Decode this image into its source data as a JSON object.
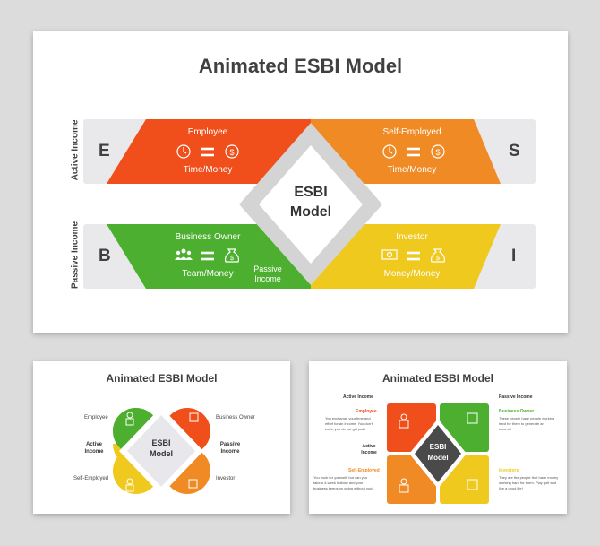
{
  "main_slide": {
    "title": "Animated ESBI Model",
    "active_income": "Active Income",
    "passive_income": "Passive Income",
    "center": [
      "ESBI",
      "Model"
    ],
    "letters": {
      "e": "E",
      "s": "S",
      "b": "B",
      "i": "I"
    },
    "employee": {
      "title": "Employee",
      "sub": "Time/Money"
    },
    "self_employed": {
      "title": "Self-Employed",
      "sub": "Time/Money"
    },
    "business_owner": {
      "title": "Business Owner",
      "sub": "Team/Money"
    },
    "investor": {
      "title": "Investor",
      "sub": "Money/Money"
    },
    "passive_note": [
      "Passive",
      "Income"
    ],
    "colors": {
      "orange_red": "#f04e1a",
      "orange": "#f08a24",
      "green": "#4daf2f",
      "yellow": "#f0c91f",
      "gray": "#e9e9ec"
    }
  },
  "thumb1": {
    "title": "Animated ESBI Model",
    "center": [
      "ESBI",
      "Model"
    ],
    "employee": "Employee",
    "business_owner": "Business Owner",
    "active": [
      "Active",
      "Income"
    ],
    "passive": [
      "Passive",
      "Income"
    ],
    "self_employed": "Self-Employed",
    "investor": "Investor"
  },
  "thumb2": {
    "title": "Animated ESBI Model",
    "center": [
      "ESBI",
      "Model"
    ],
    "active_income_1": "Active Income",
    "passive_income": "Passive Income",
    "employee_head": "Employee",
    "employee_body": [
      "You exchange your time and",
      "effort for an income. You don't",
      "work, you do not get paid"
    ],
    "business_owner_head": "Business Owner",
    "business_owner_body": [
      "These people have people working",
      "hard for them to generate an",
      "income!"
    ],
    "active_income_2": [
      "Active",
      "Income"
    ],
    "self_employed_head": "Self-Employed",
    "self_employed_body": [
      "You work for yourself, but can you",
      "take a 4-week holiday and your",
      "business keeps on going without you!"
    ],
    "investors_head": "Investors",
    "investors_body": [
      "They are the people that have money",
      "working hard for them. Play golf and",
      "like a good life!"
    ]
  }
}
